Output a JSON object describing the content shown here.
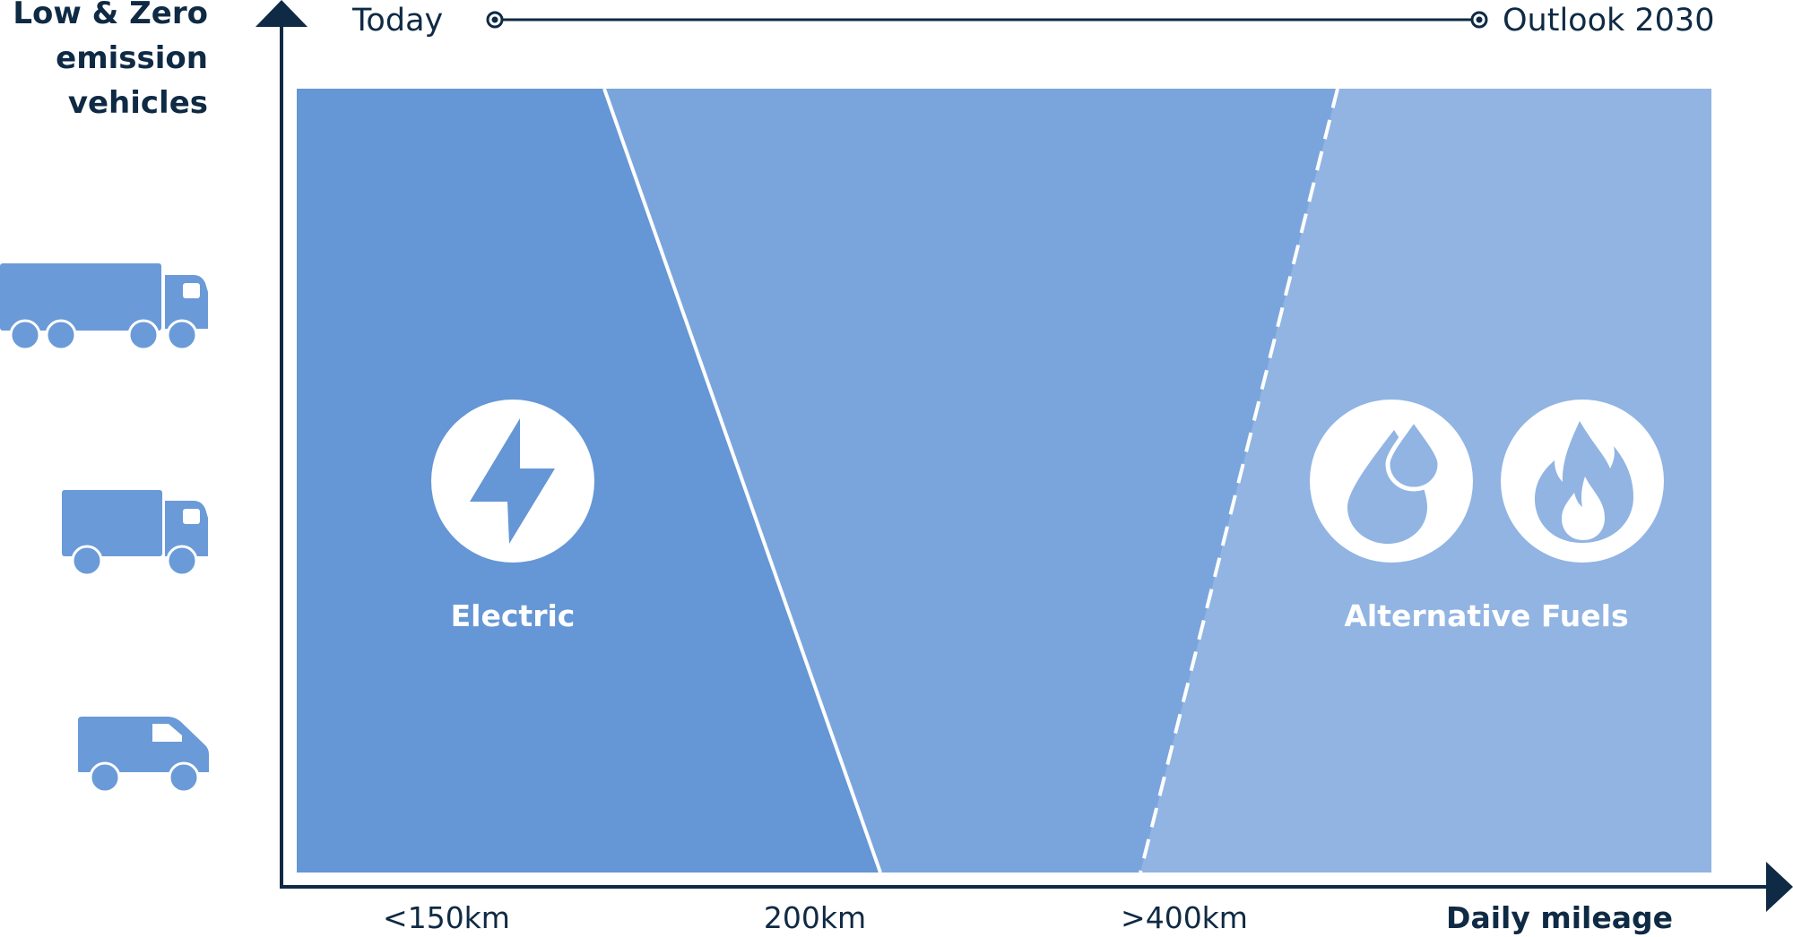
{
  "y_axis": {
    "label_lines": [
      "Low & Zero",
      "emission",
      "vehicles"
    ]
  },
  "timeline": {
    "start_label": "Today",
    "end_label": "Outlook 2030"
  },
  "x_axis": {
    "ticks": [
      "<150km",
      "200km",
      ">400km"
    ],
    "title": "Daily mileage"
  },
  "zones": {
    "electric": {
      "label": "Electric",
      "icon": "lightning-icon"
    },
    "alternative": {
      "label": "Alternative Fuels",
      "icons": [
        "fuel-drops-icon",
        "flame-icon"
      ]
    }
  },
  "vehicles": [
    "heavy-truck-icon",
    "medium-truck-icon",
    "van-icon"
  ],
  "colors": {
    "electric_zone": "#6596d5",
    "middle_zone": "#7aa5dc",
    "alt_zone": "#91b4e2",
    "axis": "#0f2a44",
    "vehicle_icon": "#6a9ad8"
  }
}
